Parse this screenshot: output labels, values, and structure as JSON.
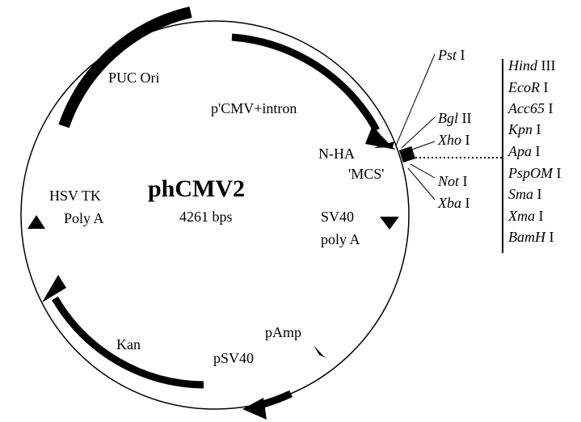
{
  "plasmid": {
    "name": "phCMV2",
    "size": "4261 bps"
  },
  "features": {
    "puc_ori": "PUC Ori",
    "pcmv": "p'CMV+intron",
    "n_ha": "N-HA",
    "mcs": "'MCS'",
    "sv40_polya_line1": "SV40",
    "sv40_polya_line2": "poly A",
    "hsv_tk_line1": "HSV TK",
    "hsv_tk_line2": "Poly A",
    "kan": "Kan",
    "pamp": "pAmp",
    "psv40": "pSV40"
  },
  "left_sites": [
    {
      "italic": "Pst",
      "roman": " I"
    },
    {
      "italic": "Bgl",
      "roman": " II"
    },
    {
      "italic": "Xho",
      "roman": " I"
    },
    {
      "italic": "Not",
      "roman": " I"
    },
    {
      "italic": "Xba",
      "roman": " I"
    }
  ],
  "mcs_sites": [
    {
      "italic": "Hind",
      "roman": " III"
    },
    {
      "italic": "EcoR",
      "roman": " I"
    },
    {
      "italic": "Acc65",
      "roman": " I"
    },
    {
      "italic": "Kpn",
      "roman": " I"
    },
    {
      "italic": "Apa",
      "roman": " I"
    },
    {
      "italic": "PspOM",
      "roman": " I"
    },
    {
      "italic": "Sma",
      "roman": " I"
    },
    {
      "italic": "Xma",
      "roman": " I"
    },
    {
      "italic": "BamH",
      "roman": " I"
    }
  ]
}
